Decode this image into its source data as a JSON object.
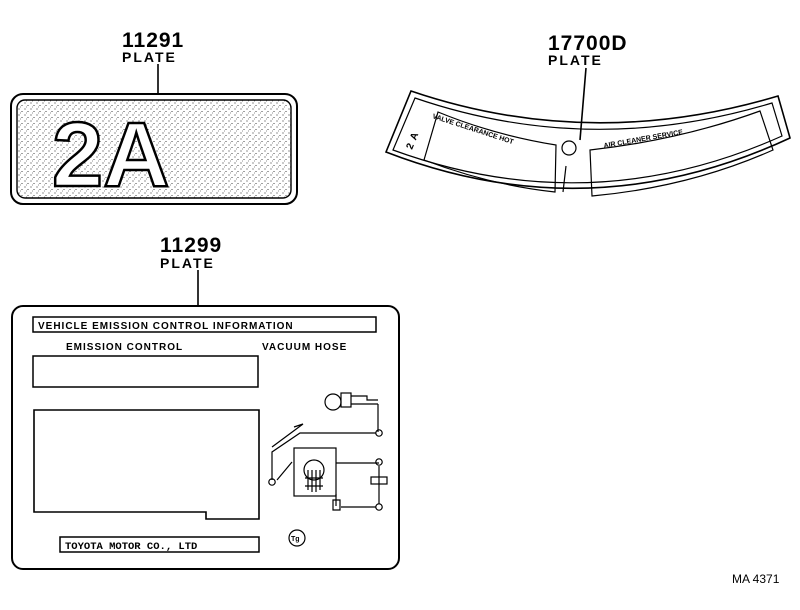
{
  "parts": [
    {
      "number": "11291",
      "name": "PLATE",
      "face_text": "2A"
    },
    {
      "number": "17700D",
      "name": "PLATE",
      "engine": "2 A",
      "left_label": "VALVE CLEARANCE HOT",
      "right_label": "AIR CLEANER SERVICE"
    },
    {
      "number": "11299",
      "name": "PLATE",
      "header": "VEHICLE   EMISSION   CONTROL   INFORMATION",
      "emission_control": "EMISSION CONTROL",
      "vacuum_hose": "VACUUM HOSE",
      "maker": "TOYOTA MOTOR CO., LTD",
      "logo_text": "Tg"
    }
  ],
  "reference": "MA 4371"
}
